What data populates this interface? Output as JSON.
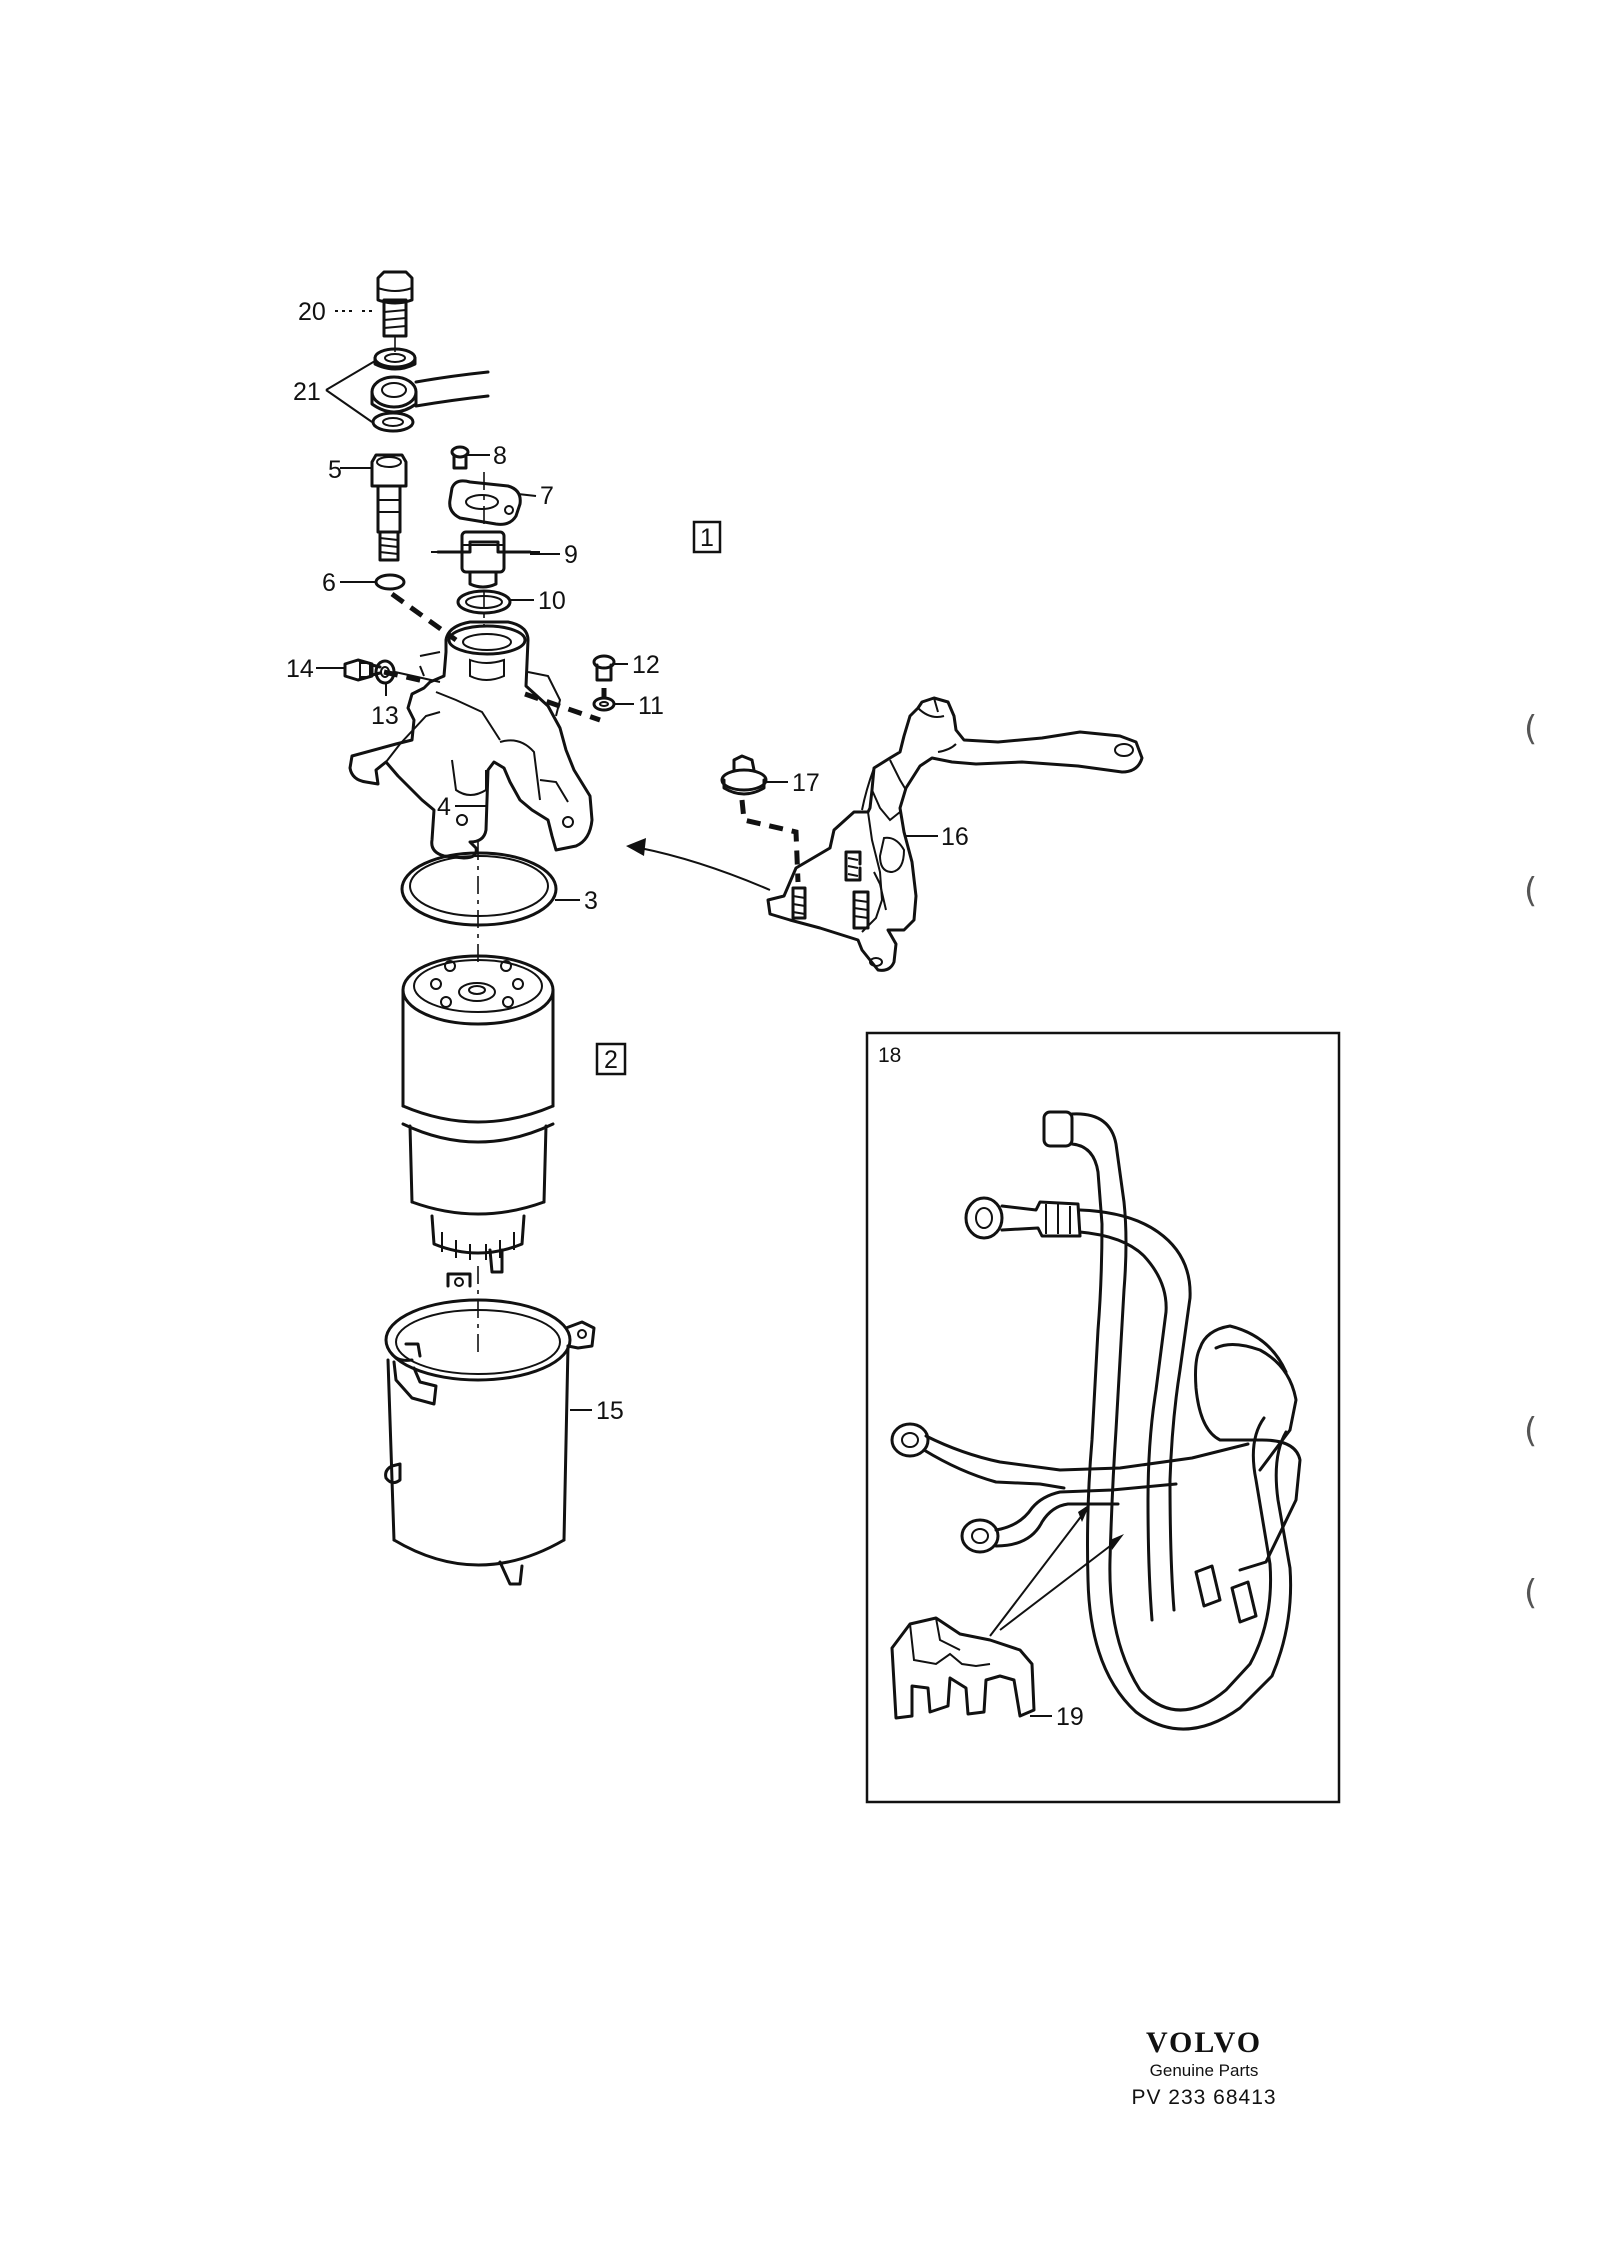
{
  "callouts": {
    "p20": "20",
    "p21": "21",
    "p5": "5",
    "p8": "8",
    "p7": "7",
    "p9": "9",
    "p6": "6",
    "p10": "10",
    "p14": "14",
    "p13": "13",
    "p12": "12",
    "p11": "11",
    "p4": "4",
    "p3": "3",
    "p17": "17",
    "p16": "16",
    "p15": "15",
    "p18": "18",
    "p19": "19"
  },
  "boxed_callouts": {
    "p1": "1",
    "p2": "2"
  },
  "footer": {
    "brand": "VOLVO",
    "tagline": "Genuine Parts",
    "code": "PV 233 68413"
  },
  "margin_marks": [
    "(",
    "(",
    "(",
    "("
  ]
}
